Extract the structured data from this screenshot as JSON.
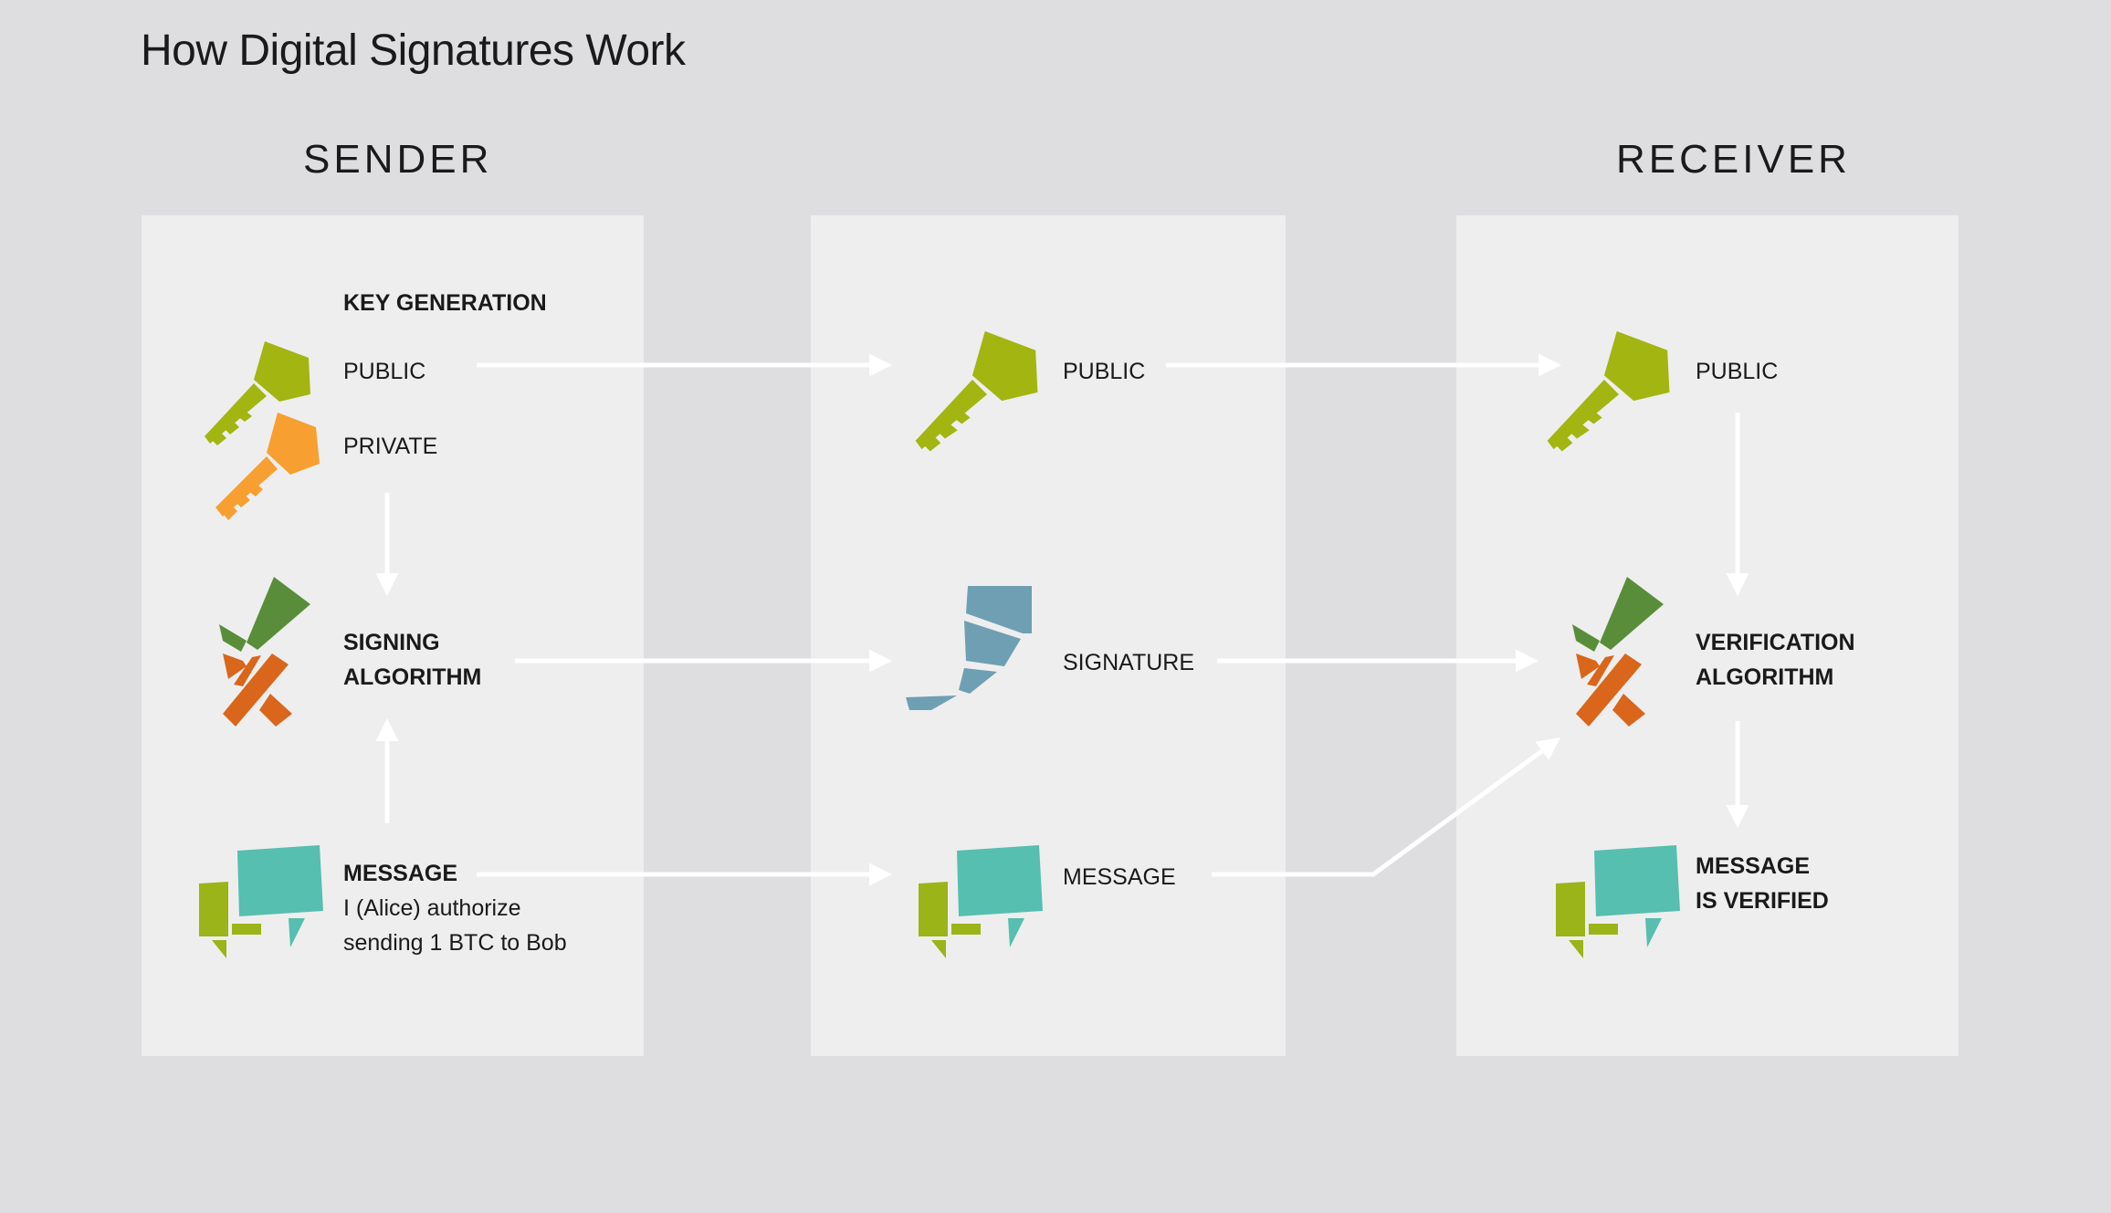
{
  "title": "How Digital Signatures Work",
  "columns": {
    "sender": "SENDER",
    "receiver": "RECEIVER"
  },
  "sender": {
    "key_generation": "KEY GENERATION",
    "public": "PUBLIC",
    "private": "PRIVATE",
    "signing_line1": "SIGNING",
    "signing_line2": "ALGORITHM",
    "message_title": "MESSAGE",
    "message_line1": "I (Alice) authorize",
    "message_line2": "sending 1 BTC to Bob"
  },
  "transfer": {
    "public": "PUBLIC",
    "signature": "SIGNATURE",
    "message": "MESSAGE"
  },
  "receiver": {
    "public": "PUBLIC",
    "verification_line1": "VERIFICATION",
    "verification_line2": "ALGORITHM",
    "verified_line1": "MESSAGE",
    "verified_line2": "IS VERIFIED"
  },
  "colors": {
    "background": "#dedee0",
    "panel": "#eeeeef",
    "public_key": "#a3b511",
    "private_key": "#f7a031",
    "checkmark": "#5a8d3a",
    "cross": "#d9661b",
    "signature": "#6f9fb2",
    "message_bubble": "#56bfaf",
    "message_small": "#9bb418",
    "arrow": "#ffffff"
  },
  "icons": [
    "public-key-icon",
    "private-key-icon",
    "algorithm-icon",
    "signature-icon",
    "message-icon"
  ]
}
